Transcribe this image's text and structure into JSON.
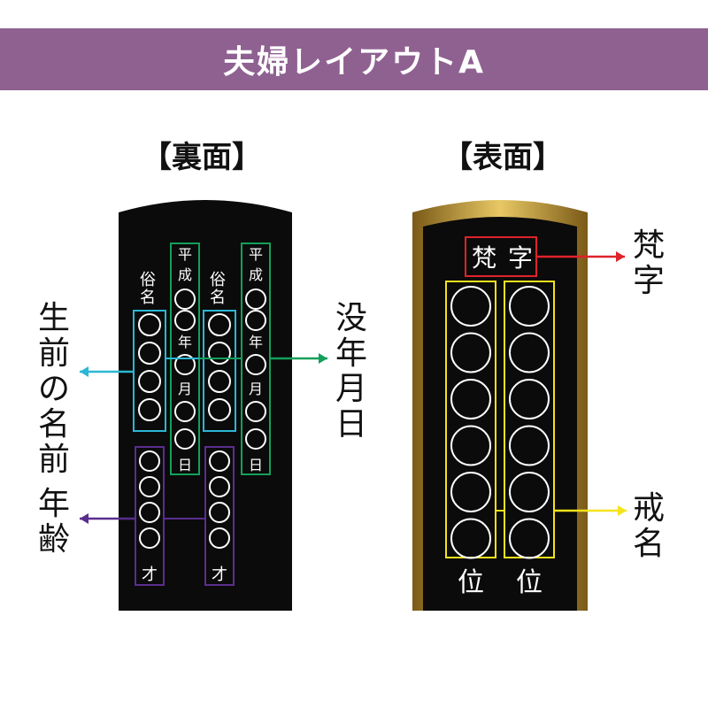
{
  "title": "夫婦レイアウトA",
  "back": {
    "heading": "【裏面】",
    "columns": [
      {
        "label": "俗名",
        "circles": 4
      },
      {
        "era": [
          "平",
          "成"
        ],
        "markers": [
          "年",
          "月",
          "日"
        ]
      },
      {
        "label": "俗名",
        "circles": 4
      },
      {
        "era": [
          "平",
          "成"
        ],
        "markers": [
          "年",
          "月",
          "日"
        ]
      }
    ],
    "age_suffix": "才",
    "labels": {
      "name": [
        "生",
        "前",
        "の",
        "名",
        "前"
      ],
      "death_date": [
        "没",
        "年",
        "月",
        "日"
      ],
      "age": [
        "年",
        "齢"
      ]
    }
  },
  "front": {
    "heading": "【表面】",
    "bonji_chars": [
      "梵",
      "字"
    ],
    "rank_suffix": "位",
    "kaimyo_circles": 6,
    "labels": {
      "bonji": [
        "梵",
        "字"
      ],
      "kaimyo": [
        "戒",
        "名"
      ]
    }
  },
  "colors": {
    "banner": "#8f6191",
    "tablet": "#0b0b0b",
    "gold": "#c9a43f",
    "name_box": "#2bb7d4",
    "date_box": "#13a05a",
    "age_box": "#5a2e8e",
    "bonji_box": "#e0222a",
    "kaimyo_box": "#f5e21b"
  }
}
